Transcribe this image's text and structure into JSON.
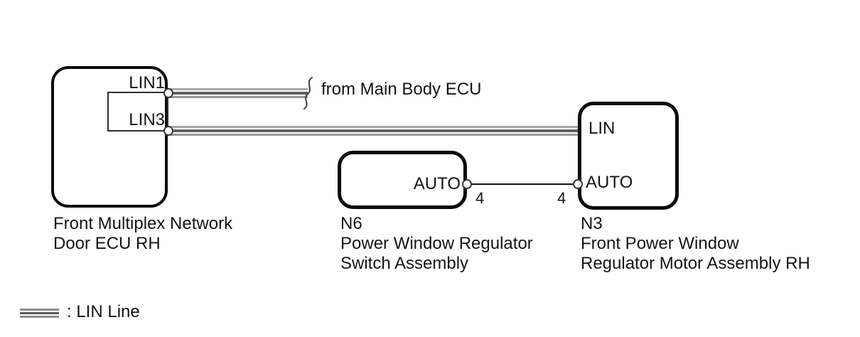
{
  "ecu": {
    "pin1_label": "LIN1",
    "pin3_label": "LIN3",
    "caption_line1": "Front Multiplex Network",
    "caption_line2": "Door ECU RH"
  },
  "from_note": "from Main Body ECU",
  "n6": {
    "code": "N6",
    "auto_label": "AUTO",
    "terminal_number": "4",
    "caption_line1": "Power Window Regulator",
    "caption_line2": "Switch Assembly"
  },
  "n3": {
    "code": "N3",
    "lin_label": "LIN",
    "auto_label": "AUTO",
    "terminal_number": "4",
    "caption_line1": "Front Power Window",
    "caption_line2": "Regulator Motor Assembly RH"
  },
  "legend": {
    "lin_line_label": ": LIN Line"
  },
  "colors": {
    "background": "#ffffff",
    "box_border": "#0a0a0a",
    "wire_light_stripe": "#a7a7a7",
    "wire_dark_stripe": "#616161",
    "wire_mid_stripe": "#989898",
    "plain_wire": "#111111",
    "text": "#141414"
  }
}
